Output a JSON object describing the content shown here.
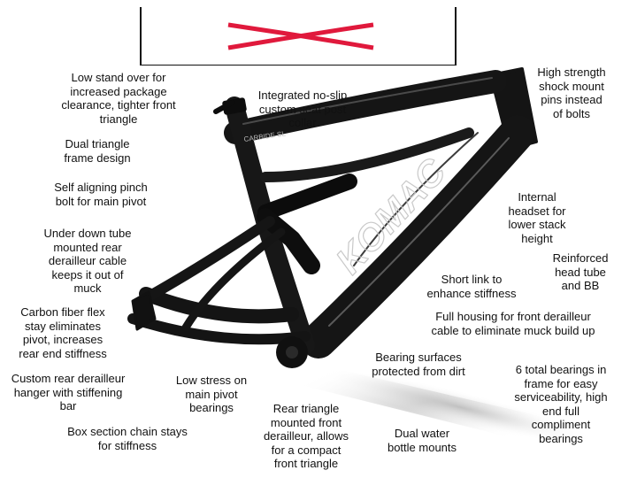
{
  "colors": {
    "logo_mark": "#e0193c",
    "frame": "#111111",
    "frame_highlight": "#4a4a4a",
    "shadow": "#cfcfcf"
  },
  "logo": {
    "mark_icon": "crossed-lines-logo"
  },
  "frame_graphics": {
    "brand_text": "KOMAC",
    "model_text": "CARBIDE SL"
  },
  "callouts": {
    "low_stand_over": "Low stand over for\nincreased package\nclearance, tighter front\ntriangle",
    "seat_collar": "Integrated no-slip\ncustom seat post\ncollar",
    "shock_pins": "High strength\nshock mount\npins instead\nof bolts",
    "dual_triangle": "Dual triangle\nframe design",
    "pinch_bolt": "Self aligning pinch\nbolt for main pivot",
    "internal_headset": "Internal\nheadset for\nlower stack\nheight",
    "down_tube_cable": "Under down tube\nmounted rear\nderailleur cable\nkeeps it out of\nmuck",
    "head_tube_bb": "Reinforced\nhead tube\nand BB",
    "short_link": "Short link to\nenhance stiffness",
    "carbon_stay": "Carbon fiber flex\nstay eliminates\npivot, increases\nrear end stiffness",
    "full_housing": "Full housing for front derailleur\ncable to eliminate muck build up",
    "bearing_surfaces": "Bearing surfaces\nprotected from dirt",
    "hanger": "Custom rear derailleur\nhanger with stiffening\nbar",
    "low_stress": "Low stress on\nmain pivot\nbearings",
    "total_bearings": "6 total bearings in\nframe for easy\nserviceability, high\nend full\ncompliment\nbearings",
    "rear_triangle": "Rear triangle\nmounted front\nderailleur, allows\nfor a compact\nfront triangle",
    "box_section": "Box section chain stays\nfor stiffness",
    "bottle_mounts": "Dual water\nbottle mounts"
  }
}
